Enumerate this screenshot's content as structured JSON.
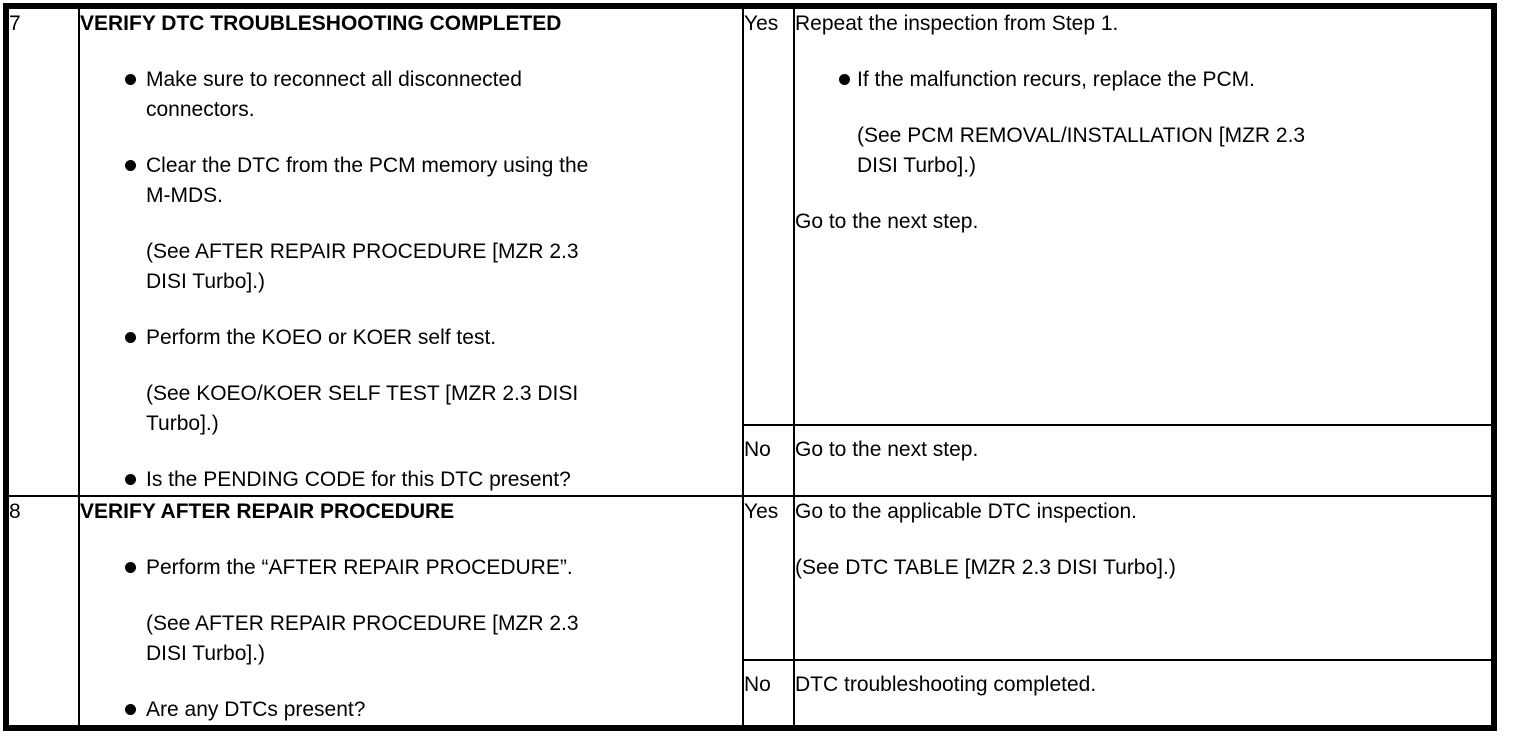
{
  "table": {
    "rows": [
      {
        "step": "7",
        "action": {
          "title": "VERIFY DTC TROUBLESHOOTING COMPLETED",
          "items": [
            "Make sure to reconnect all disconnected\nconnectors.",
            "Clear the DTC from the PCM memory using the\nM-MDS.",
            "(See AFTER REPAIR PROCEDURE [MZR 2.3\nDISI Turbo].)",
            "Perform the KOEO or KOER self test.",
            "(See KOEO/KOER SELF TEST [MZR 2.3 DISI\nTurbo].)",
            "Is the PENDING CODE for this DTC present?"
          ]
        },
        "yes": {
          "label": "Yes",
          "items": [
            "Repeat the inspection from Step 1.",
            "If the malfunction recurs, replace the PCM.",
            "(See PCM REMOVAL/INSTALLATION [MZR 2.3\nDISI Turbo].)",
            "Go to the next step."
          ]
        },
        "no": {
          "label": "No",
          "items": [
            "Go to the next step."
          ]
        }
      },
      {
        "step": "8",
        "action": {
          "title": "VERIFY AFTER REPAIR PROCEDURE",
          "items": [
            "Perform the “AFTER REPAIR PROCEDURE”.",
            "(See AFTER REPAIR PROCEDURE [MZR 2.3\nDISI Turbo].)",
            "Are any DTCs present?"
          ]
        },
        "yes": {
          "label": "Yes",
          "items": [
            "Go to the applicable DTC inspection.",
            "(See DTC TABLE [MZR 2.3 DISI Turbo].)"
          ]
        },
        "no": {
          "label": "No",
          "items": [
            "DTC troubleshooting completed."
          ]
        }
      }
    ]
  }
}
